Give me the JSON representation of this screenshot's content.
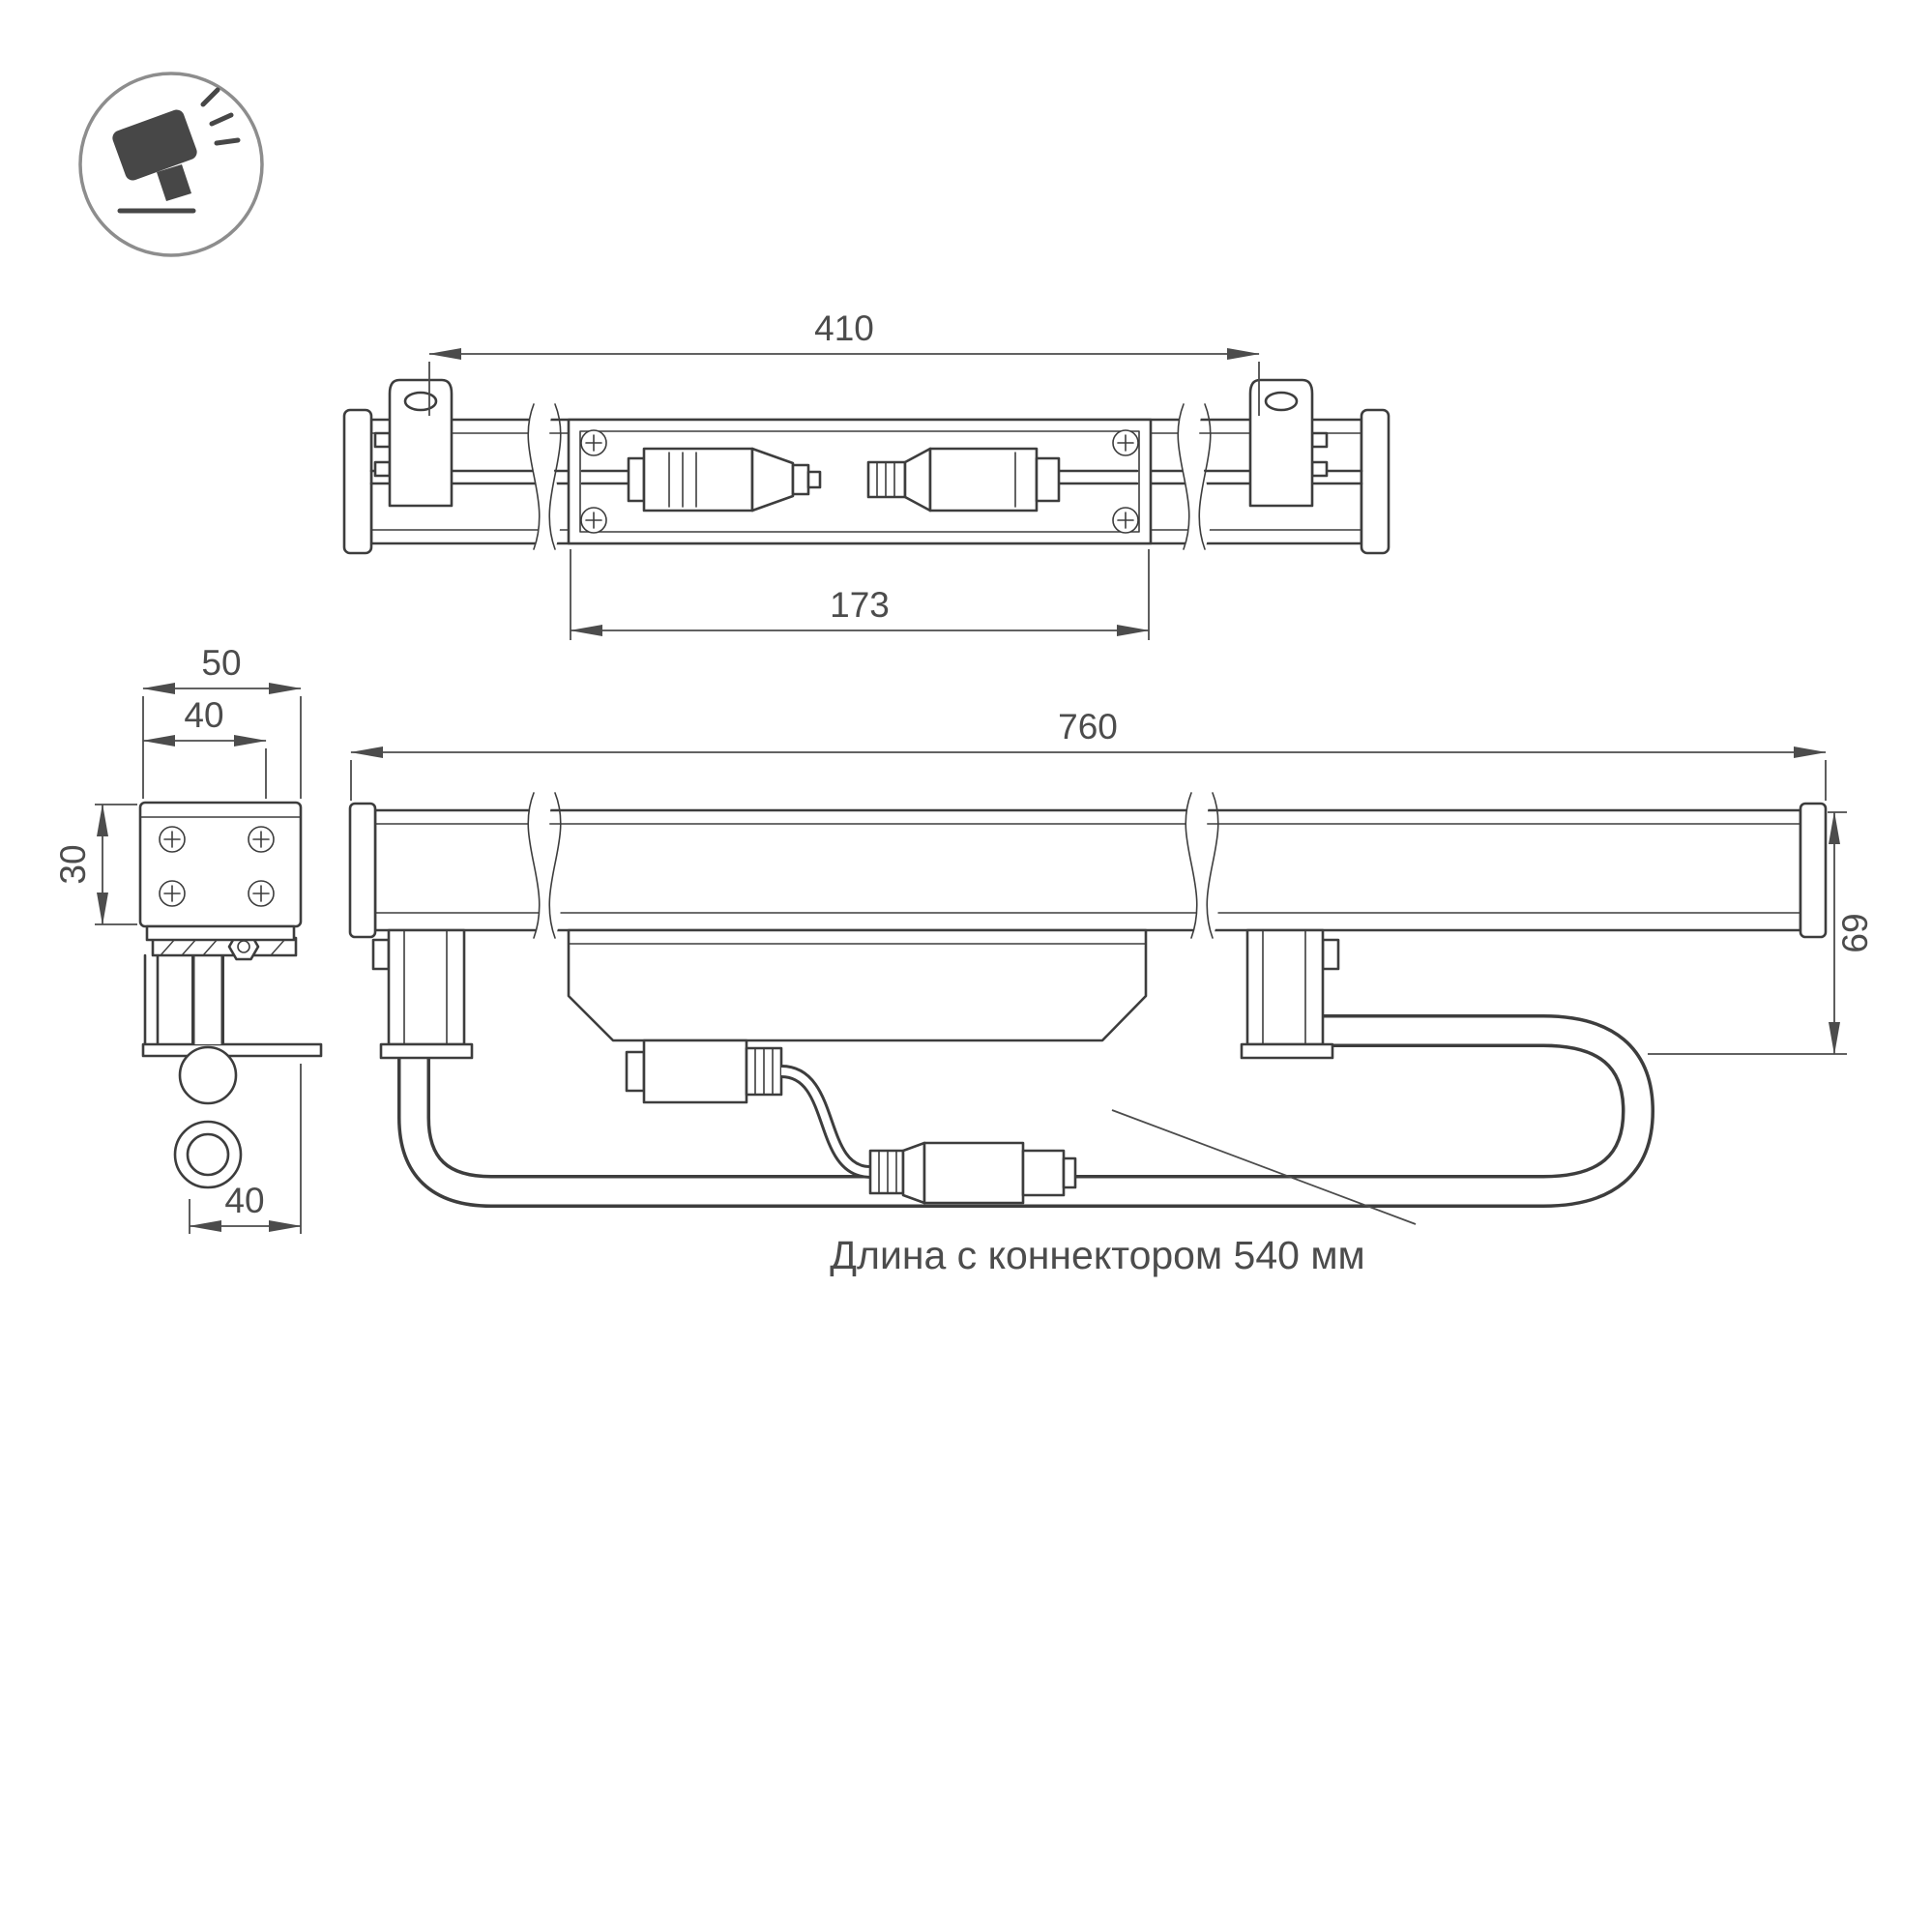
{
  "colors": {
    "line": "#3d3d3d",
    "dimension": "#4c4c4c",
    "icon_fill": "#474747",
    "icon_ring": "#8d8d8d",
    "background": "#ffffff"
  },
  "icon": {
    "name": "tilted-floodlight-icon"
  },
  "dimensions": {
    "top_view": {
      "overall_between_brackets": "410",
      "panel_length": "173"
    },
    "side_view": {
      "outer_width": "50",
      "body_width": "40",
      "body_height": "30",
      "foot_offset": "40"
    },
    "front_view": {
      "overall_length": "760",
      "overall_height": "69"
    }
  },
  "annotation": {
    "connector_length_note": "Длина с коннектором 540 мм"
  }
}
